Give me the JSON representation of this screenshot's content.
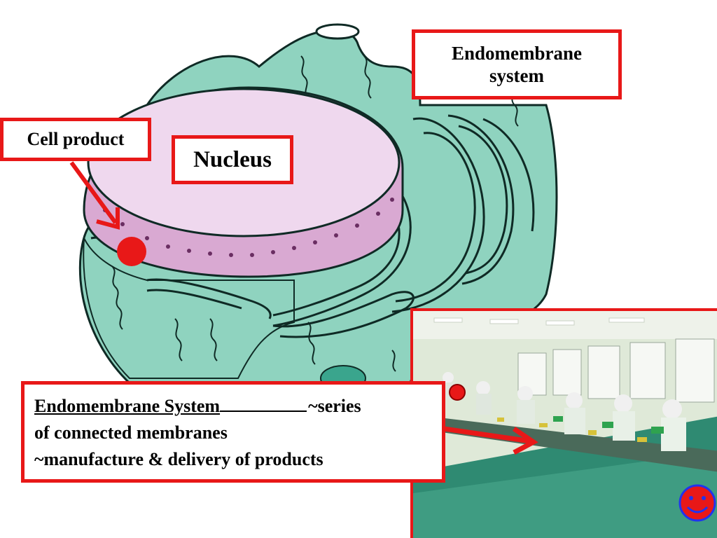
{
  "labels": {
    "endomembrane_title": "Endomembrane system",
    "cell_product": "Cell product",
    "nucleus": "Nucleus"
  },
  "info": {
    "heading": "Endomembrane System",
    "series": "~series",
    "line2": "of connected membranes",
    "line3": "~manufacture & delivery of products"
  },
  "colors": {
    "accent_red": "#e81818",
    "cytoplasm_teal": "#8fd3bf",
    "nuclear_envelope_pink": "#d9a9d2",
    "nucleus_lavender": "#efd8ee",
    "factory_floor_green": "#2f8a72",
    "smiley_blue": "#2233ee"
  },
  "icons": {
    "marker": "red-dot-icon",
    "emoji": "smiley-face-icon"
  }
}
